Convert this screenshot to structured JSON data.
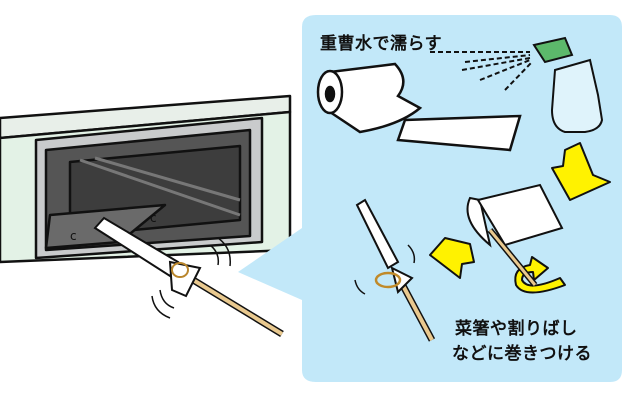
{
  "step1_label": "重曹水で濡らす",
  "step2_label_line1": "菜箸や割りばし",
  "step2_label_line2": "などに巻きつける",
  "colors": {
    "panel": "#c2e8f9",
    "arrow": "#fff200",
    "spray_cap": "#5cb96b",
    "stick": "#e9c98f"
  }
}
